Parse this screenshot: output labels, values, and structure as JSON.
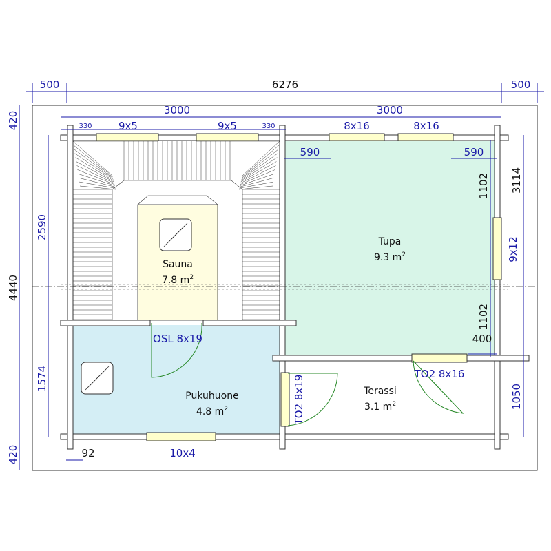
{
  "colors": {
    "dimension": "#1a1aa8",
    "floor_tupa": "#d8f5e8",
    "floor_pukuhuone": "#d4eef5",
    "floor_sauna": "#fffde0",
    "wall": "#333333",
    "window_fill": "#ffffcc"
  },
  "rooms": {
    "sauna": {
      "name": "Sauna",
      "area": "7.8 m",
      "sup": "2"
    },
    "tupa": {
      "name": "Tupa",
      "area": "9.3 m",
      "sup": "2"
    },
    "pukuhuone": {
      "name": "Pukuhuone",
      "area": "4.8 m",
      "sup": "2"
    },
    "terassi": {
      "name": "Terassi",
      "area": "3.1 m",
      "sup": "2"
    }
  },
  "openings": {
    "osl": "OSL 8x19",
    "to2_side": "TO2 8x19",
    "to2_terrace": "TO2 8x16"
  },
  "windows": {
    "sauna_left": "9x5",
    "sauna_right": "9x5",
    "tupa_left": "8x16",
    "tupa_right": "8x16",
    "tupa_side": "9x12",
    "pukuhuone": "10x4"
  },
  "dimensions": {
    "overhang_left": "500",
    "total_width": "6276",
    "overhang_right": "500",
    "half_left": "3000",
    "half_right": "3000",
    "offset_left": "330",
    "offset_right": "330",
    "tupa_inset_left": "590",
    "tupa_inset_right": "590",
    "top_margin": "420",
    "bottom_margin": "420",
    "total_height": "4440",
    "sauna_height": "2590",
    "pukuhuone_height": "1574",
    "tupa_upper": "1102",
    "tupa_lower": "1102",
    "right_upper": "3114",
    "right_lower": "1050",
    "terrace_corner": "400",
    "wall_thickness": "92"
  }
}
